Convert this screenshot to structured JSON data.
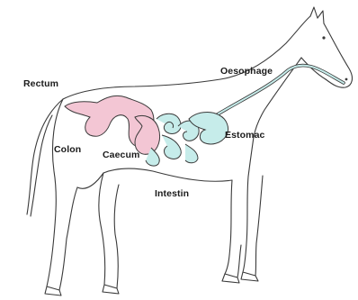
{
  "labels": {
    "rectum": "Rectum",
    "oesophage": "Oesophage",
    "colon": "Colon",
    "caecum": "Caecum",
    "estomac": "Estomac",
    "intestin": "Intestin"
  },
  "colors": {
    "outline": "#3a3a3a",
    "colon_caecum_fill": "#f3c6d4",
    "stomach_intestine_fill": "#c6ecea",
    "background": "#ffffff"
  }
}
